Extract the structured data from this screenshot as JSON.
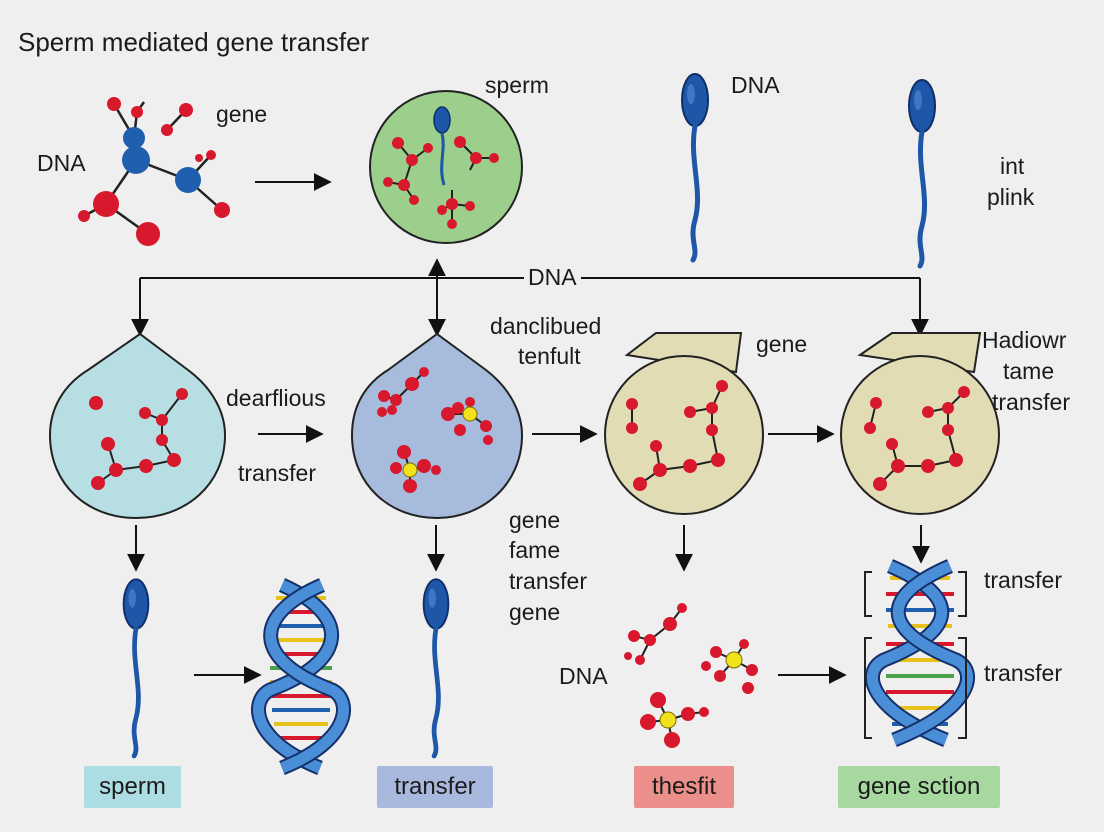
{
  "title": "Sperm mediated gene transfer",
  "labels": {
    "dna_left": "DNA",
    "gene_top": "gene",
    "sperm_top": "sperm",
    "dna_top": "DNA",
    "int_plink": [
      "int",
      "plink"
    ],
    "dna_line": "DNA",
    "danclibued": [
      "danclibued",
      "tenfult"
    ],
    "gene_mid": "gene",
    "hadiowr": [
      "Hadiowr",
      "tame",
      "transfer"
    ],
    "dearflious": "dearflious",
    "transfer_left": "transfer",
    "gene_fame": [
      "gene",
      "fame",
      "transfer",
      "gene"
    ],
    "dna_bottom": "DNA",
    "transfer_r1": "transfer",
    "transfer_r2": "transfer"
  },
  "boxes": [
    {
      "text": "sperm",
      "color": "#acdde3"
    },
    {
      "text": "transfer",
      "color": "#a9b9de"
    },
    {
      "text": "thesfit",
      "color": "#ea8f8a"
    },
    {
      "text": "gene sction",
      "color": "#a6d8a0"
    }
  ],
  "colors": {
    "atom_red": "#d8182c",
    "atom_blue": "#1f5fae",
    "atom_yellow": "#f1e21c",
    "sperm_blue": "#1b4f9c",
    "cell_green": "#9ccf8b",
    "cell_cyan": "#b7dfe3",
    "cell_blue": "#a7bbdc",
    "cell_tan": "#e2dcb4",
    "helix_blue": "#4a8ed8"
  }
}
